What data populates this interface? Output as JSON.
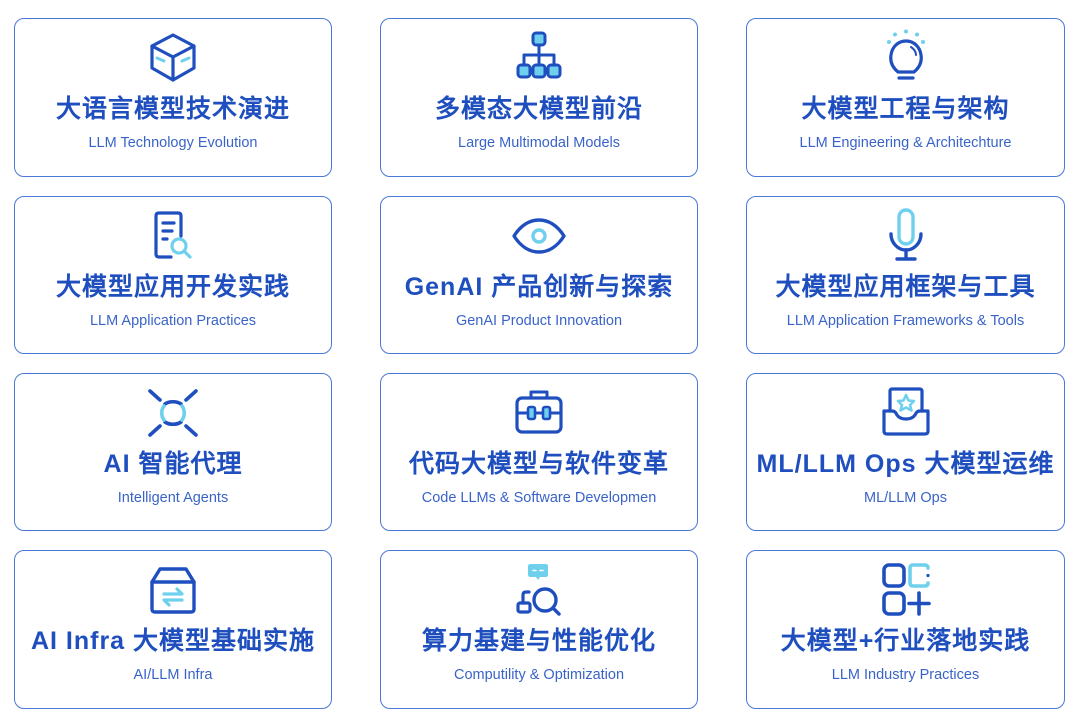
{
  "colors": {
    "primary": "#1f4fbf",
    "accent": "#6fd0ee",
    "border": "#4a78d6",
    "background": "#ffffff"
  },
  "cards": [
    {
      "icon": "cube-icon",
      "title": "大语言模型技术演进",
      "subtitle": "LLM Technology Evolution"
    },
    {
      "icon": "hierarchy-icon",
      "title": "多模态大模型前沿",
      "subtitle": "Large Multimodal Models"
    },
    {
      "icon": "lightbulb-icon",
      "title": "大模型工程与架构",
      "subtitle": "LLM Engineering & Architechture"
    },
    {
      "icon": "document-search-icon",
      "title": "大模型应用开发实践",
      "subtitle": "LLM Application Practices"
    },
    {
      "icon": "eye-icon",
      "title": "GenAI 产品创新与探索",
      "subtitle": "GenAI Product Innovation"
    },
    {
      "icon": "microphone-icon",
      "title": "大模型应用框架与工具",
      "subtitle": "LLM Application Frameworks & Tools"
    },
    {
      "icon": "agent-target-icon",
      "title": "AI 智能代理",
      "subtitle": "Intelligent Agents"
    },
    {
      "icon": "toolbox-icon",
      "title": "代码大模型与软件变革",
      "subtitle": "Code LLMs & Software Developmen"
    },
    {
      "icon": "star-tray-icon",
      "title": "ML/LLM Ops 大模型运维",
      "subtitle": "ML/LLM Ops"
    },
    {
      "icon": "exchange-box-icon",
      "title": "AI Infra 大模型基础实施",
      "subtitle": "AI/LLM Infra"
    },
    {
      "icon": "compute-search-icon",
      "title": "算力基建与性能优化",
      "subtitle": "Computility & Optimization"
    },
    {
      "icon": "apps-add-icon",
      "title": "大模型+行业落地实践",
      "subtitle": "LLM Industry Practices"
    }
  ]
}
